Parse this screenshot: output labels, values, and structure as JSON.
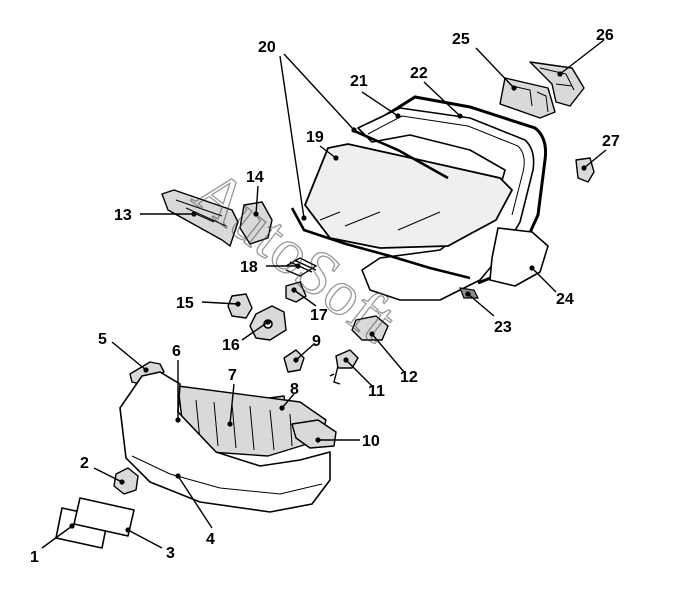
{
  "watermark": "AutoSoft",
  "callouts": [
    {
      "id": 1,
      "label": "1"
    },
    {
      "id": 2,
      "label": "2"
    },
    {
      "id": 3,
      "label": "3"
    },
    {
      "id": 4,
      "label": "4"
    },
    {
      "id": 5,
      "label": "5"
    },
    {
      "id": 6,
      "label": "6"
    },
    {
      "id": 7,
      "label": "7"
    },
    {
      "id": 8,
      "label": "8"
    },
    {
      "id": 9,
      "label": "9"
    },
    {
      "id": 10,
      "label": "10"
    },
    {
      "id": 11,
      "label": "11"
    },
    {
      "id": 12,
      "label": "12"
    },
    {
      "id": 13,
      "label": "13"
    },
    {
      "id": 14,
      "label": "14"
    },
    {
      "id": 15,
      "label": "15"
    },
    {
      "id": 16,
      "label": "16"
    },
    {
      "id": 17,
      "label": "17"
    },
    {
      "id": 18,
      "label": "18"
    },
    {
      "id": 19,
      "label": "19"
    },
    {
      "id": 20,
      "label": "20"
    },
    {
      "id": 21,
      "label": "21"
    },
    {
      "id": 22,
      "label": "22"
    },
    {
      "id": 23,
      "label": "23"
    },
    {
      "id": 24,
      "label": "24"
    },
    {
      "id": 25,
      "label": "25"
    },
    {
      "id": 26,
      "label": "26"
    },
    {
      "id": 27,
      "label": "27"
    }
  ]
}
